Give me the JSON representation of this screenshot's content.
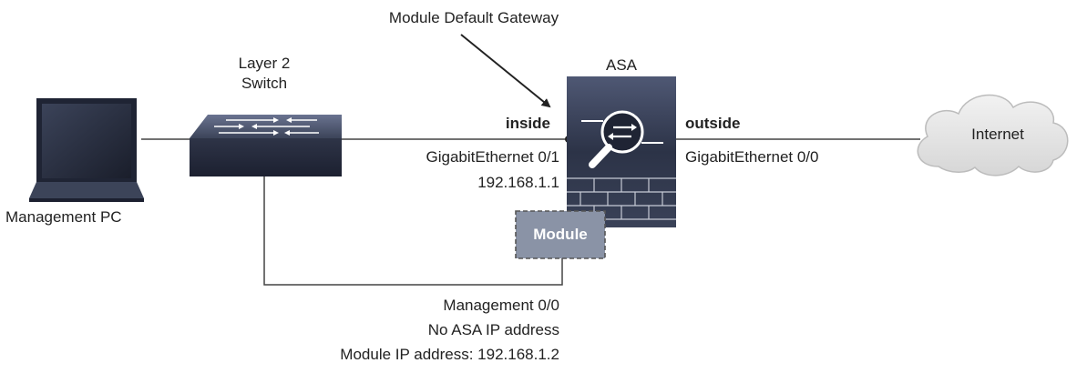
{
  "annotations": {
    "module_default_gateway": "Module Default Gateway"
  },
  "devices": {
    "asa": "ASA",
    "switch_line1": "Layer 2",
    "switch_line2": "Switch",
    "pc": "Management PC",
    "internet": "Internet",
    "module": "Module"
  },
  "interfaces": {
    "inside_name": "inside",
    "inside_port": "GigabitEthernet 0/1",
    "inside_ip": "192.168.1.1",
    "outside_name": "outside",
    "outside_port": "GigabitEthernet 0/0",
    "mgmt_port": "Management 0/0",
    "mgmt_asa_ip": "No ASA IP address",
    "mgmt_module_ip": "Module IP address: 192.168.1.2"
  },
  "colors": {
    "device_dark": "#2b3245",
    "device_light": "#5a6480",
    "cloud": "#e6e6e6",
    "module_fill": "#8a93a6",
    "line": "#444444"
  }
}
